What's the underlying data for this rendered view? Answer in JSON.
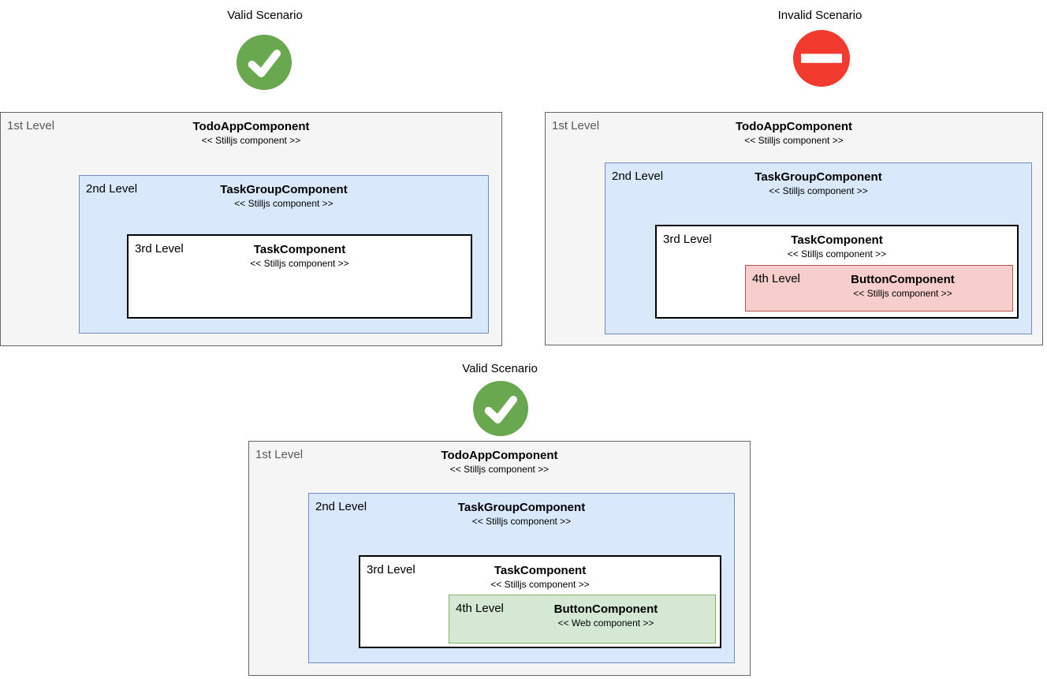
{
  "colors": {
    "level1_bg": "#f5f5f5",
    "level1_border": "#666666",
    "level2_bg": "#dae8fc",
    "level2_border": "#6c8ebf",
    "level3_bg": "#ffffff",
    "level3_border": "#000000",
    "level4_invalid_bg": "#f8cecc",
    "level4_invalid_border": "#b85450",
    "level4_valid_bg": "#d5e8d4",
    "level4_valid_border": "#82b366",
    "check_green": "#6aa84f",
    "no_entry_red": "#f23b2e",
    "level1_label_text": "#595959"
  },
  "scenarios": [
    {
      "title": "Valid Scenario",
      "icon": "check-circle-icon",
      "levels": [
        {
          "label": "1st Level",
          "name": "TodoAppComponent",
          "stereotype": "<< Stilljs component >>"
        },
        {
          "label": "2nd Level",
          "name": "TaskGroupComponent",
          "stereotype": "<< Stilljs component >>"
        },
        {
          "label": "3rd Level",
          "name": "TaskComponent",
          "stereotype": "<< Stilljs component >>"
        }
      ]
    },
    {
      "title": "Invalid Scenario",
      "icon": "no-entry-icon",
      "levels": [
        {
          "label": "1st Level",
          "name": "TodoAppComponent",
          "stereotype": "<< Stilljs component >>"
        },
        {
          "label": "2nd Level",
          "name": "TaskGroupComponent",
          "stereotype": "<< Stilljs component >>"
        },
        {
          "label": "3rd Level",
          "name": "TaskComponent",
          "stereotype": "<< Stilljs component >>"
        },
        {
          "label": "4th Level",
          "name": "ButtonComponent",
          "stereotype": "<< Stilljs component >>"
        }
      ]
    },
    {
      "title": "Valid Scenario",
      "icon": "check-circle-icon",
      "levels": [
        {
          "label": "1st Level",
          "name": "TodoAppComponent",
          "stereotype": "<< Stilljs component >>"
        },
        {
          "label": "2nd Level",
          "name": "TaskGroupComponent",
          "stereotype": "<< Stilljs component >>"
        },
        {
          "label": "3rd Level",
          "name": "TaskComponent",
          "stereotype": "<< Stilljs component >>"
        },
        {
          "label": "4th Level",
          "name": "ButtonComponent",
          "stereotype": "<< Web component >>"
        }
      ]
    }
  ]
}
